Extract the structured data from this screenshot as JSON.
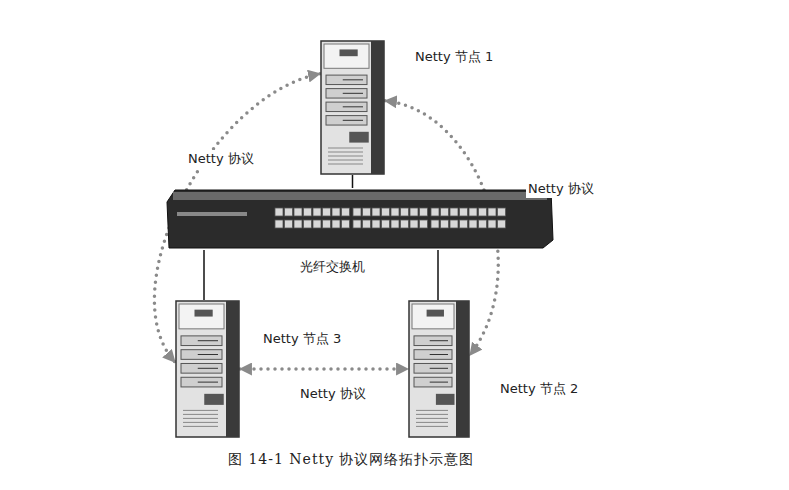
{
  "diagram": {
    "caption": "图 14-1 Netty 协议网络拓扑示意图",
    "nodes": [
      {
        "text": [
          "Netty 节点 1"
        ]
      },
      {
        "text": [
          "光纤交换机"
        ]
      },
      {
        "text": [
          "Netty 节点 3"
        ]
      },
      {
        "text": [
          "Netty 节点 2"
        ]
      }
    ],
    "edges": [
      {
        "from": 0,
        "to": 2,
        "arrow": "both",
        "label": "Netty 协议"
      },
      {
        "from": 0,
        "to": 3,
        "arrow": "both",
        "label": "Netty 协议"
      },
      {
        "from": 2,
        "to": 3,
        "arrow": "both",
        "label": "Netty 协议"
      },
      {
        "from": 0,
        "to": 1,
        "arrow": "none"
      },
      {
        "from": 1,
        "to": 2,
        "arrow": "none"
      },
      {
        "from": 1,
        "to": 3,
        "arrow": "none"
      }
    ]
  }
}
